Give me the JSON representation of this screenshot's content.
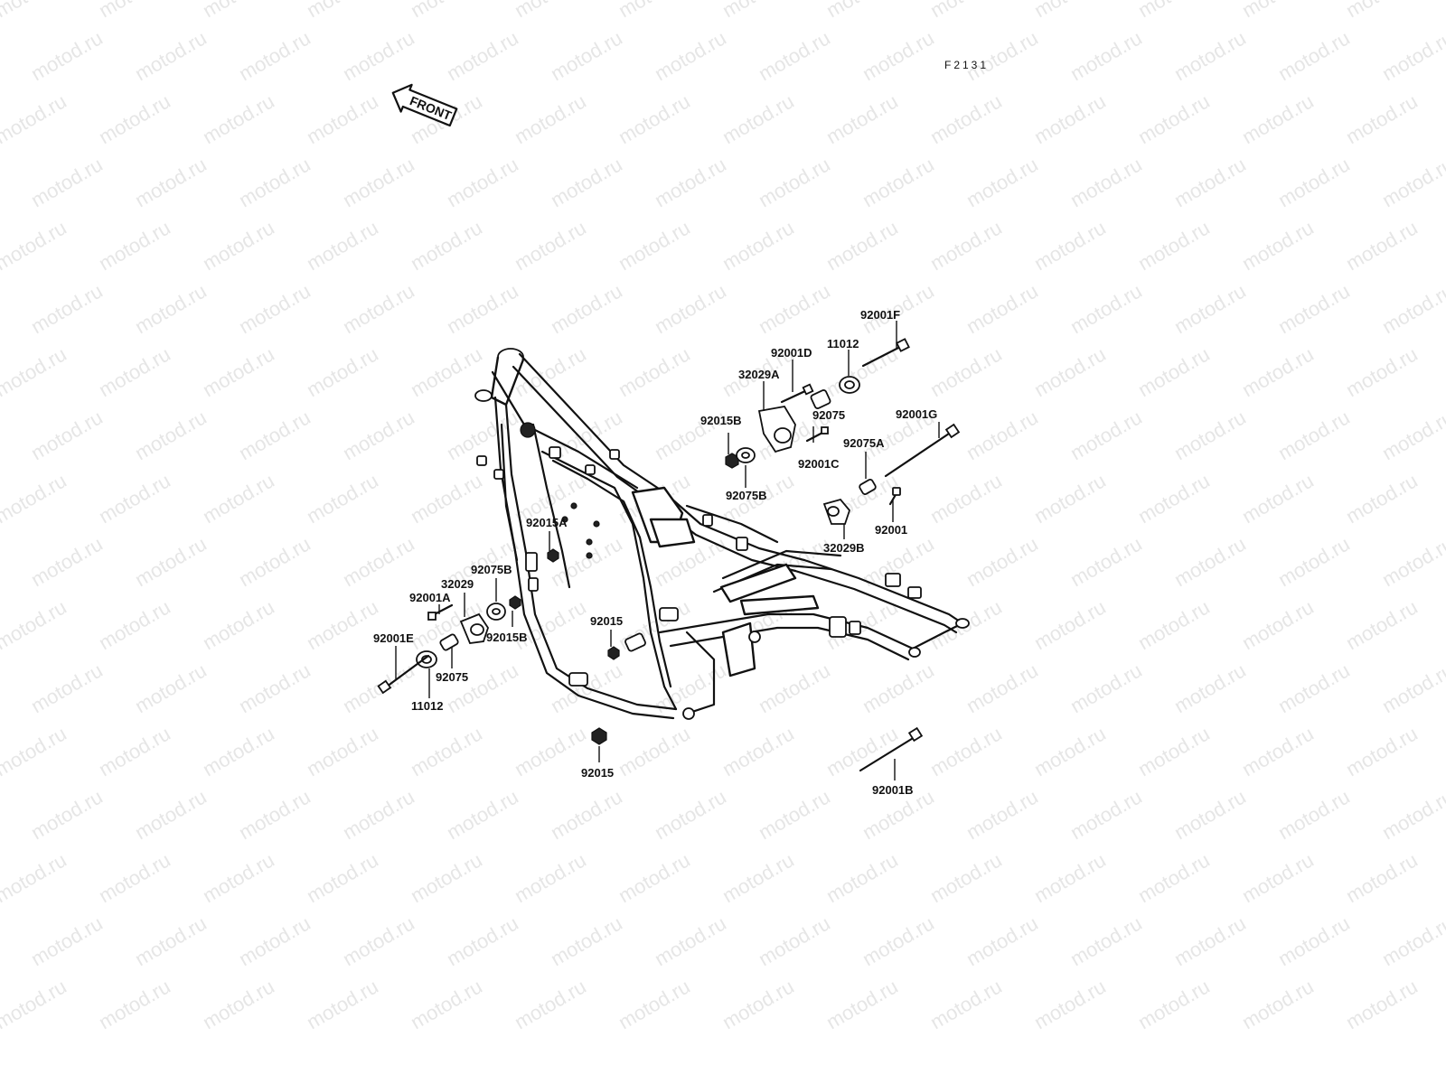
{
  "figure_id": "F2131",
  "watermark": "motod.ru",
  "direction_label": "FRONT",
  "colors": {
    "line": "#111111",
    "background": "#ffffff",
    "watermark": "#e6e6e6"
  },
  "parts": {
    "p92001F": "92001F",
    "p11012_top": "11012",
    "p92001D": "92001D",
    "p32029A": "32029A",
    "p92075_top": "92075",
    "p92001G": "92001G",
    "p92015B_top": "92015B",
    "p92075A": "92075A",
    "p92001C": "92001C",
    "p92075B_top": "92075B",
    "p92001": "92001",
    "p32029B": "32029B",
    "p92015A": "92015A",
    "p92075B_left": "92075B",
    "p32029": "32029",
    "p92001A": "92001A",
    "p92015B_left": "92015B",
    "p92001E": "92001E",
    "p92075_left": "92075",
    "p11012_left": "11012",
    "p92015_mid": "92015",
    "p92015_bottom": "92015",
    "p92001B": "92001B"
  }
}
